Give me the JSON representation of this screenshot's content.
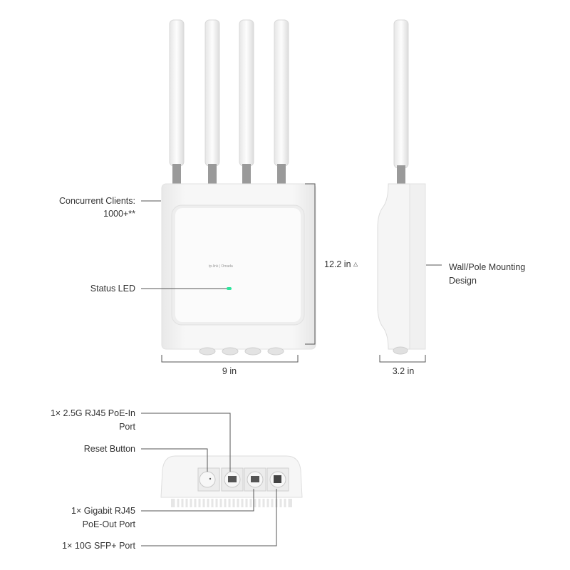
{
  "front_view": {
    "concurrent_clients_label": "Concurrent Clients:",
    "concurrent_clients_value": "1000+**",
    "status_led_label": "Status LED",
    "height_label": "12.2 in",
    "height_note_icon": "triangle-icon",
    "width_label": "9 in",
    "logo_text": "tp-link | Omada"
  },
  "side_view": {
    "mounting_label_line1": "Wall/Pole Mounting",
    "mounting_label_line2": "Design",
    "depth_label": "3.2 in"
  },
  "bottom_view": {
    "poe_in_line1": "1× 2.5G RJ45 PoE-In",
    "poe_in_line2": "Port",
    "reset_label": "Reset Button",
    "poe_out_line1": "1× Gigabit RJ45",
    "poe_out_line2": "PoE-Out Port",
    "sfp_label": "1× 10G SFP+ Port"
  },
  "colors": {
    "led": "#2ee59d",
    "line": "#555555",
    "device": "#f3f3f3"
  }
}
